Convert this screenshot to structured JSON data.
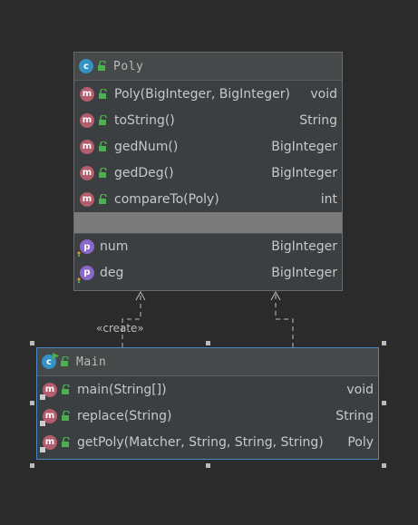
{
  "poly": {
    "title": "Poly",
    "icon": "class-icon",
    "methods": [
      {
        "name": "Poly(BigInteger, BigInteger)",
        "type": "void"
      },
      {
        "name": "toString()",
        "type": "String"
      },
      {
        "name": "gedNum()",
        "type": "BigInteger"
      },
      {
        "name": "gedDeg()",
        "type": "BigInteger"
      },
      {
        "name": "compareTo(Poly)",
        "type": "int"
      }
    ],
    "properties": [
      {
        "name": "num",
        "type": "BigInteger"
      },
      {
        "name": "deg",
        "type": "BigInteger"
      }
    ]
  },
  "main": {
    "title": "Main",
    "icon": "class-runnable-icon",
    "methods": [
      {
        "name": "main(String[])",
        "type": "void"
      },
      {
        "name": "replace(String)",
        "type": "String"
      },
      {
        "name": "getPoly(Matcher, String, String, String)",
        "type": "Poly"
      }
    ]
  },
  "relations": {
    "create_label": "«create»"
  },
  "colors": {
    "background": "#2b2b2b",
    "class_icon": "#3592c4",
    "method_icon": "#b35d6d",
    "property_icon": "#8968c9",
    "lock_icon": "#4caf50",
    "selection_border": "#4a88c7"
  }
}
